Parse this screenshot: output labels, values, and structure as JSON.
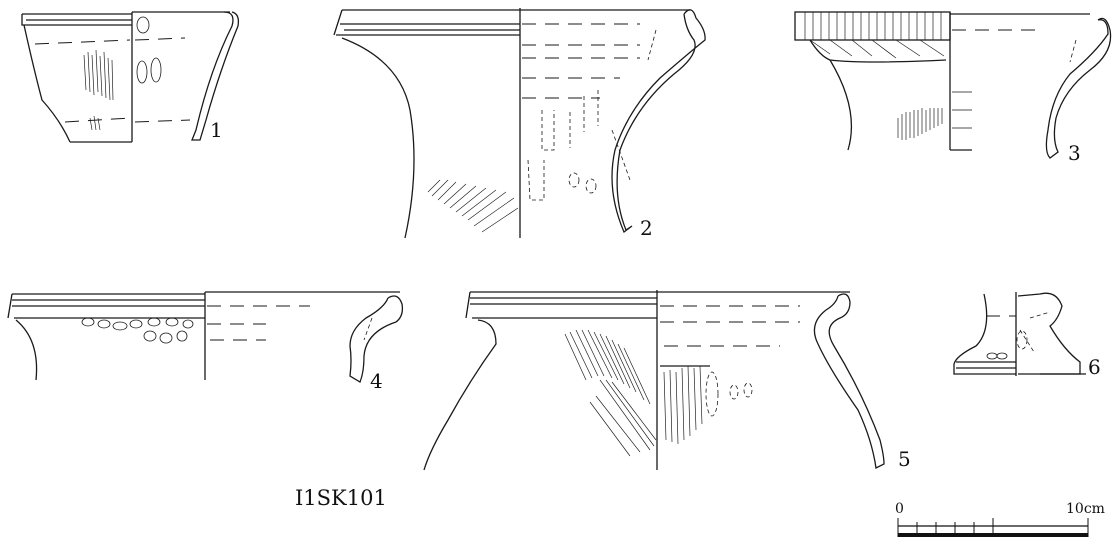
{
  "figure": {
    "caption": "I1SK101",
    "vessel_numbers": [
      "1",
      "2",
      "3",
      "4",
      "5",
      "6"
    ],
    "scale_bar": {
      "start_label": "0",
      "end_label": "10cm"
    }
  }
}
